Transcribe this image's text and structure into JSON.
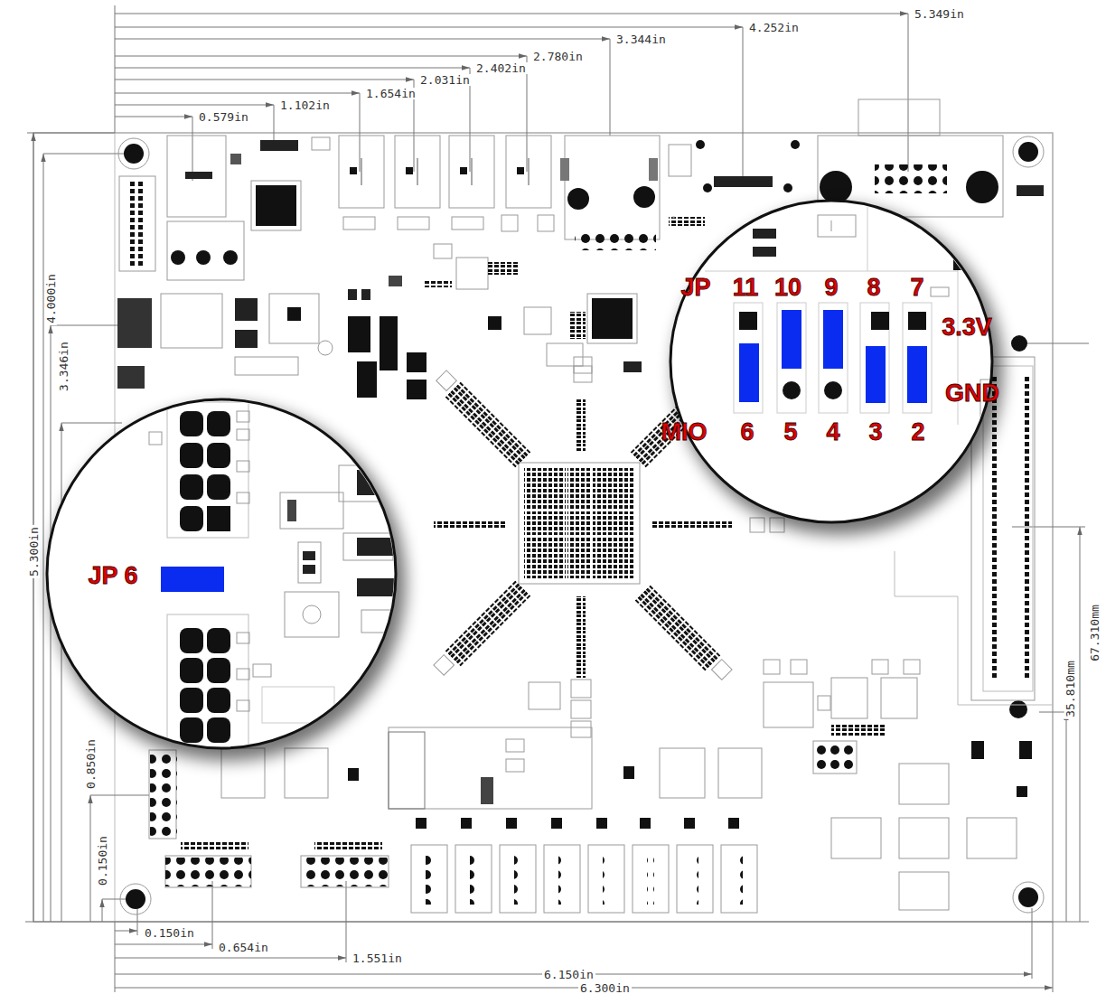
{
  "diagram": {
    "nodes": [
      {
        "text": [
          "JP",
          "11",
          "10",
          "9",
          "8",
          "7",
          "3.3V",
          "GND",
          "MIO",
          "6",
          "5",
          "4",
          "3",
          "2"
        ]
      },
      {
        "text": [
          "JP 6"
        ]
      }
    ],
    "labels": [
      "5.349in",
      "4.252in",
      "3.344in",
      "2.780in",
      "2.402in",
      "2.031in",
      "1.654in",
      "1.102in",
      "0.579in",
      "5.300in",
      "4.000in",
      "3.346in",
      "0.850in",
      "0.150in",
      "67.310mm",
      "35.810mm",
      "0.150in",
      "0.654in",
      "1.551in",
      "6.150in",
      "6.300in"
    ]
  }
}
